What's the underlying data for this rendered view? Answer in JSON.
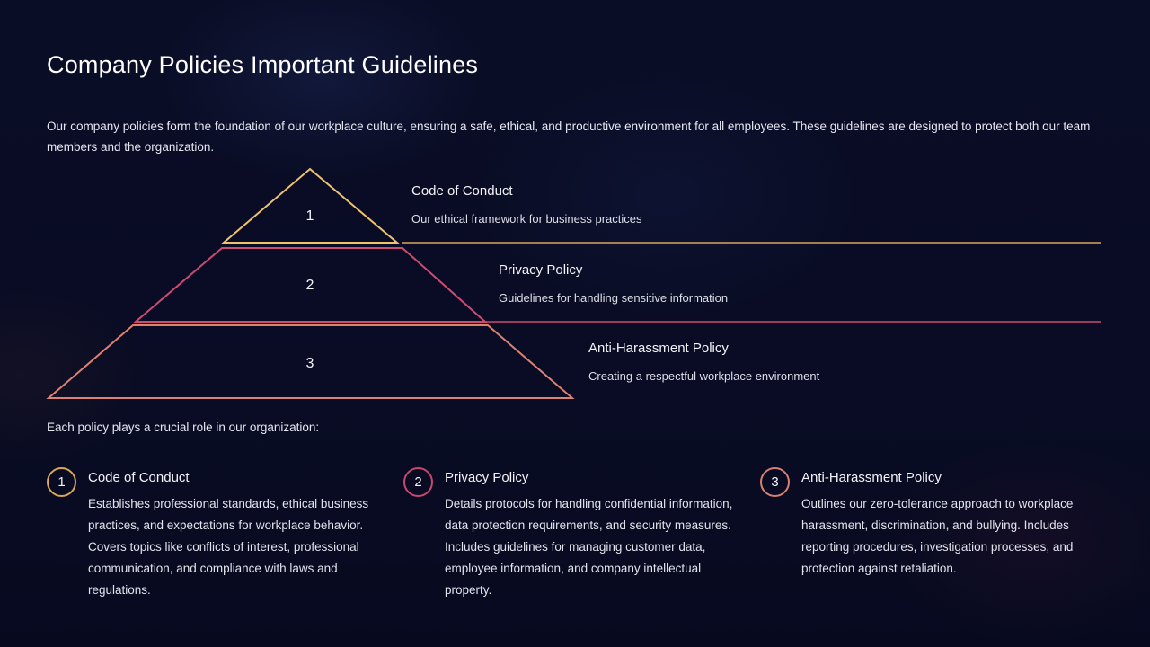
{
  "page": {
    "title": "Company Policies Important Guidelines",
    "intro": "Our company policies form the foundation of our workplace culture, ensuring a safe, ethical, and productive environment for all employees. These guidelines are designed to protect both our team members and the organization.",
    "section_lead": "Each policy plays a crucial role in our organization:"
  },
  "colors": {
    "background": "#0a0d26",
    "tier1_gold": "#eec26e",
    "tier2_crimson": "#ce4a6f",
    "tier3_salmon": "#dd8170",
    "text": "#e9e9f1",
    "heading": "#ffffff"
  },
  "pyramid": {
    "tiers": [
      {
        "number": "1",
        "title": "Code of Conduct",
        "subtitle": "Our ethical framework for business practices",
        "color": "#eec26e"
      },
      {
        "number": "2",
        "title": "Privacy Policy",
        "subtitle": "Guidelines for handling sensitive information",
        "color": "#ce4a6f"
      },
      {
        "number": "3",
        "title": "Anti-Harassment Policy",
        "subtitle": "Creating a respectful workplace environment",
        "color": "#dd8170"
      }
    ]
  },
  "policies": [
    {
      "number": "1",
      "title": "Code of Conduct",
      "description": "Establishes professional standards, ethical business practices, and expectations for workplace behavior. Covers topics like conflicts of interest, professional communication, and compliance with laws and regulations."
    },
    {
      "number": "2",
      "title": "Privacy Policy",
      "description": "Details protocols for handling confidential information, data protection requirements, and security measures. Includes guidelines for managing customer data, employee information, and company intellectual property."
    },
    {
      "number": "3",
      "title": "Anti-Harassment Policy",
      "description": "Outlines our zero-tolerance approach to workplace harassment, discrimination, and bullying. Includes reporting procedures, investigation processes, and protection against retaliation."
    }
  ]
}
